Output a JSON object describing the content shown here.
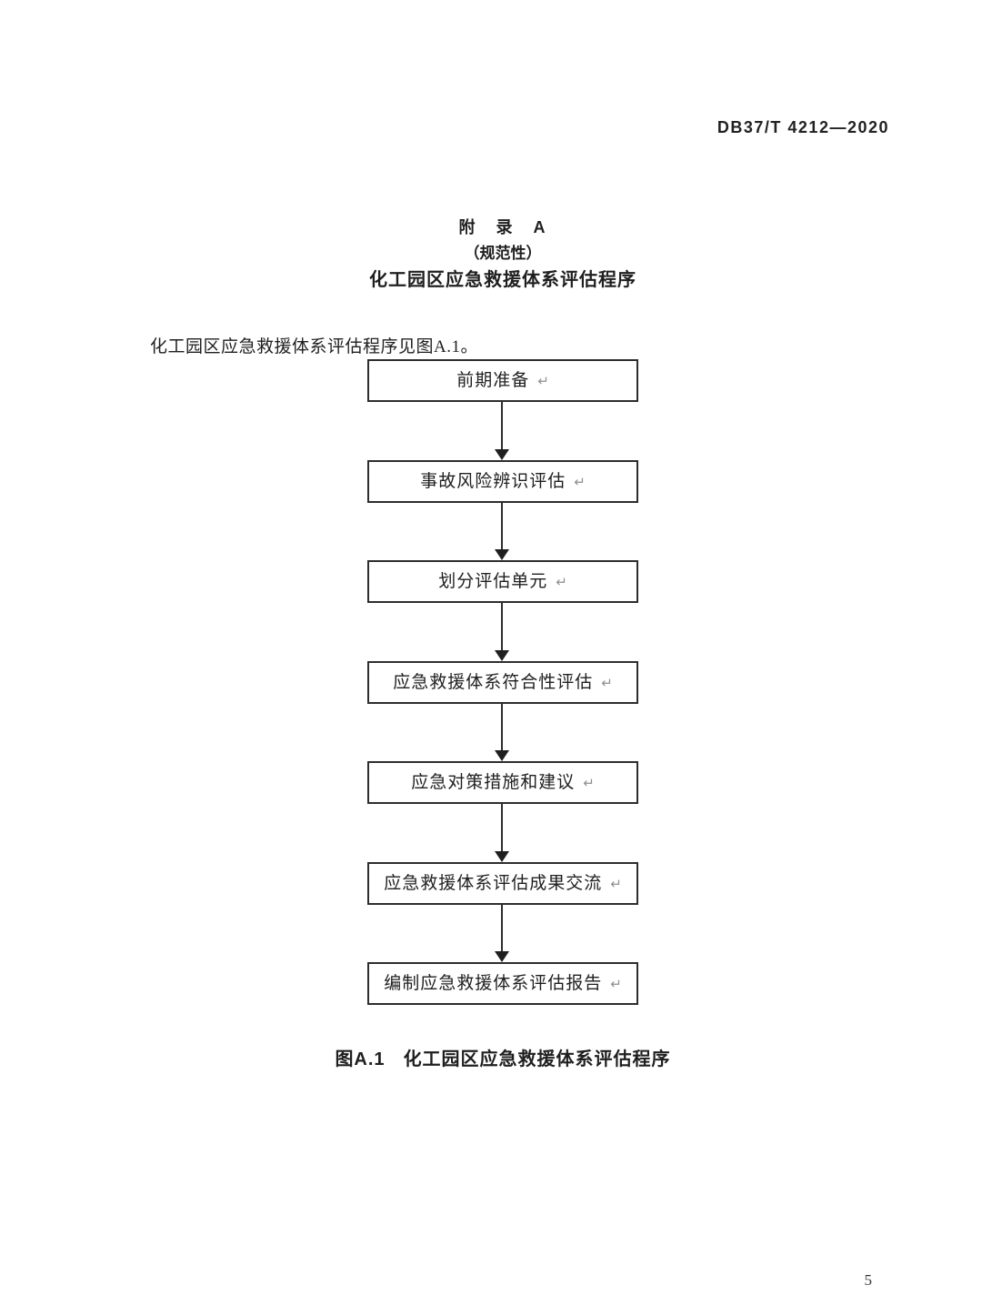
{
  "header": {
    "standard_number": "DB37/T 4212—2020"
  },
  "titles": {
    "appendix_label": "附 录 A",
    "normative_label": "（规范性）",
    "subject": "化工园区应急救援体系评估程序"
  },
  "intro_text": "化工园区应急救援体系评估程序见图A.1。",
  "flowchart": {
    "steps": [
      "前期准备",
      "事故风险辨识评估",
      "划分评估单元",
      "应急救援体系符合性评估",
      "应急对策措施和建议",
      "应急救援体系评估成果交流",
      "编制应急救援体系评估报告"
    ],
    "return_mark": "↵"
  },
  "caption": {
    "figure_label": "图A.1",
    "text": "化工园区应急救援体系评估程序"
  },
  "footer": {
    "page_number": "5"
  },
  "colors": {
    "ink": "#1f1f1f",
    "box_border": "#2d2d2d",
    "return_mark": "#8f8f8f",
    "page_background": "#ffffff"
  }
}
